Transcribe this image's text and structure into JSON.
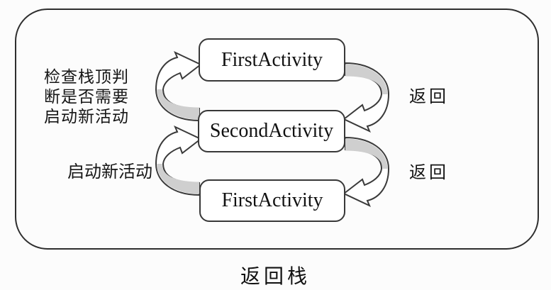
{
  "diagram": {
    "caption": "返回栈",
    "nodes": [
      {
        "label": "FirstActivity"
      },
      {
        "label": "SecondActivity"
      },
      {
        "label": "FirstActivity"
      }
    ],
    "labels": {
      "check_stack_top": "检查栈顶判\n断是否需要\n启动新活动",
      "launch_new_activity": "启动新活动",
      "back_upper": "返回",
      "back_lower": "返回"
    },
    "colors": {
      "outline": "#3a3a3a",
      "outer_border": "#2e2e2e",
      "arrow_shade": "#cfcfcf",
      "background": "#fcfcfc",
      "text": "#111111"
    }
  }
}
